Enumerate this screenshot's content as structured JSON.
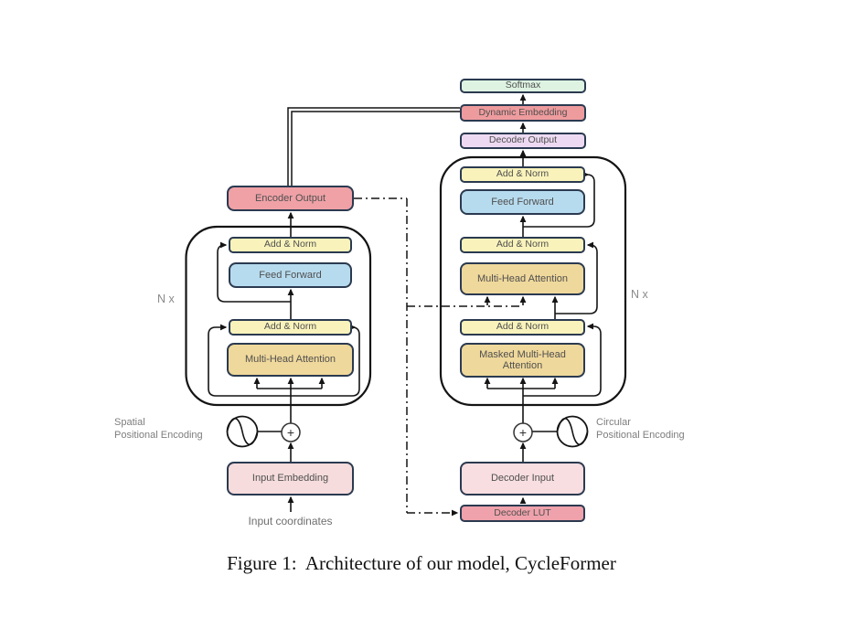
{
  "caption": "Figure 1:  Architecture of our model, CycleFormer",
  "head": {
    "softmax": "Softmax",
    "dynamic_embedding": "Dynamic Embedding",
    "decoder_output": "Decoder Output"
  },
  "encoder": {
    "repeat_label": "N x",
    "encoder_output": "Encoder Output",
    "add_norm_top": "Add & Norm",
    "feed_forward": "Feed Forward",
    "add_norm_bottom": "Add & Norm",
    "attention": "Multi-Head Attention",
    "input_embedding": "Input Embedding",
    "input_label": "Input coordinates",
    "positional_encoding": {
      "line1": "Spatial",
      "line2": "Positional Encoding"
    },
    "plus_symbol": "+"
  },
  "decoder": {
    "repeat_label": "N x",
    "add_norm_top": "Add & Norm",
    "feed_forward": "Feed Forward",
    "add_norm_mid": "Add & Norm",
    "attention": "Multi-Head Attention",
    "add_norm_bottom": "Add & Norm",
    "masked_attention": {
      "line1": "Masked Multi-Head",
      "line2": "Attention"
    },
    "decoder_input": "Decoder Input",
    "decoder_lut": "Decoder LUT",
    "positional_encoding": {
      "line1": "Circular",
      "line2": "Positional Encoding"
    },
    "plus_symbol": "+"
  },
  "colors": {
    "box_border": "#2b3a50",
    "softmax": "#def3e2",
    "dynamic_embedding": "#ee9b9e",
    "decoder_output": "#eddaf2",
    "add_norm": "#f9f3bb",
    "feed_forward": "#b7dbee",
    "attention": "#efd89b",
    "encoder_output": "#efa1a6",
    "decoder_lut": "#efa2ab",
    "input_embedding": "#f6dcdc",
    "decoder_input": "#f8dee1",
    "line": "#141414"
  }
}
